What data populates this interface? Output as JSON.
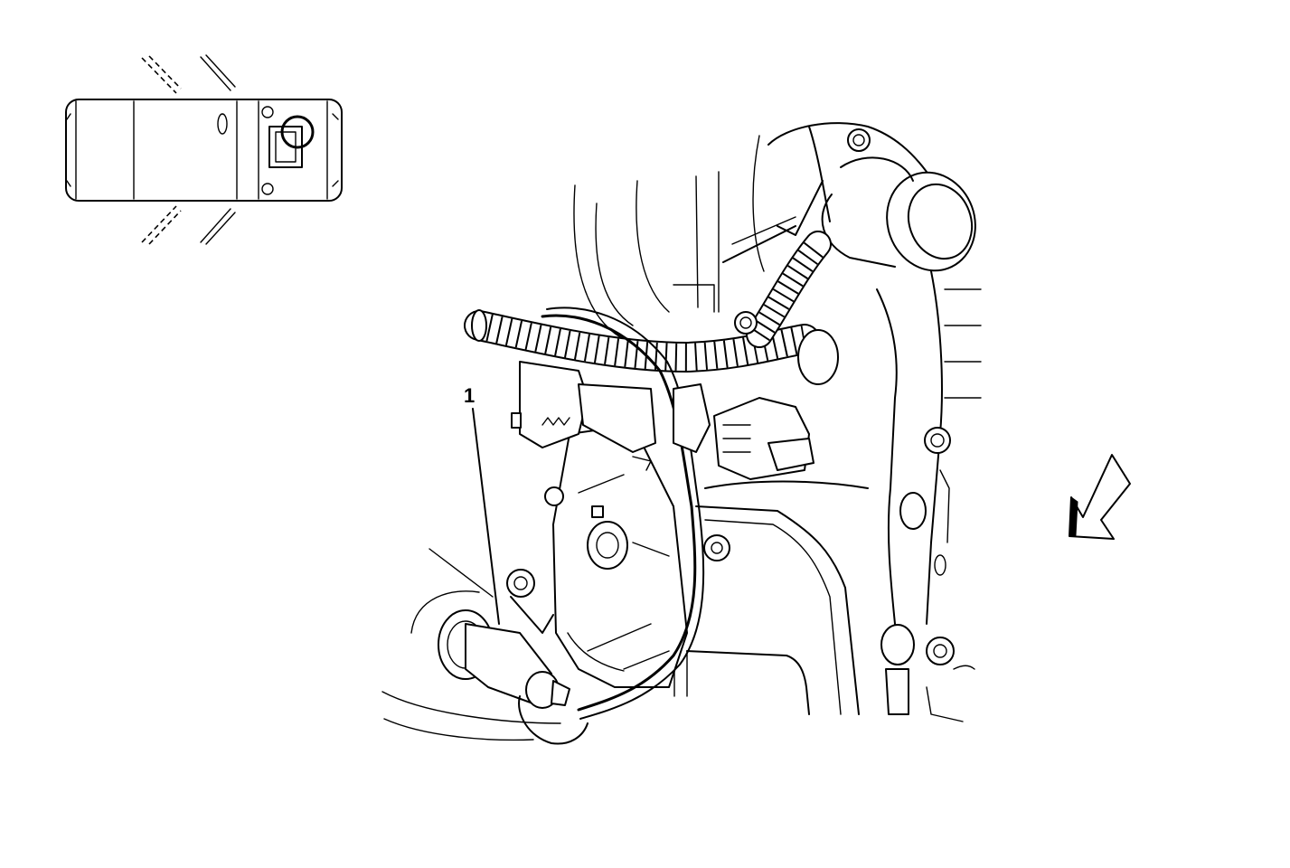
{
  "diagram": {
    "callouts": [
      {
        "id": "1",
        "text": "1"
      }
    ],
    "locator_view": {
      "highlighted": "circle"
    },
    "direction_arrow": "front"
  }
}
